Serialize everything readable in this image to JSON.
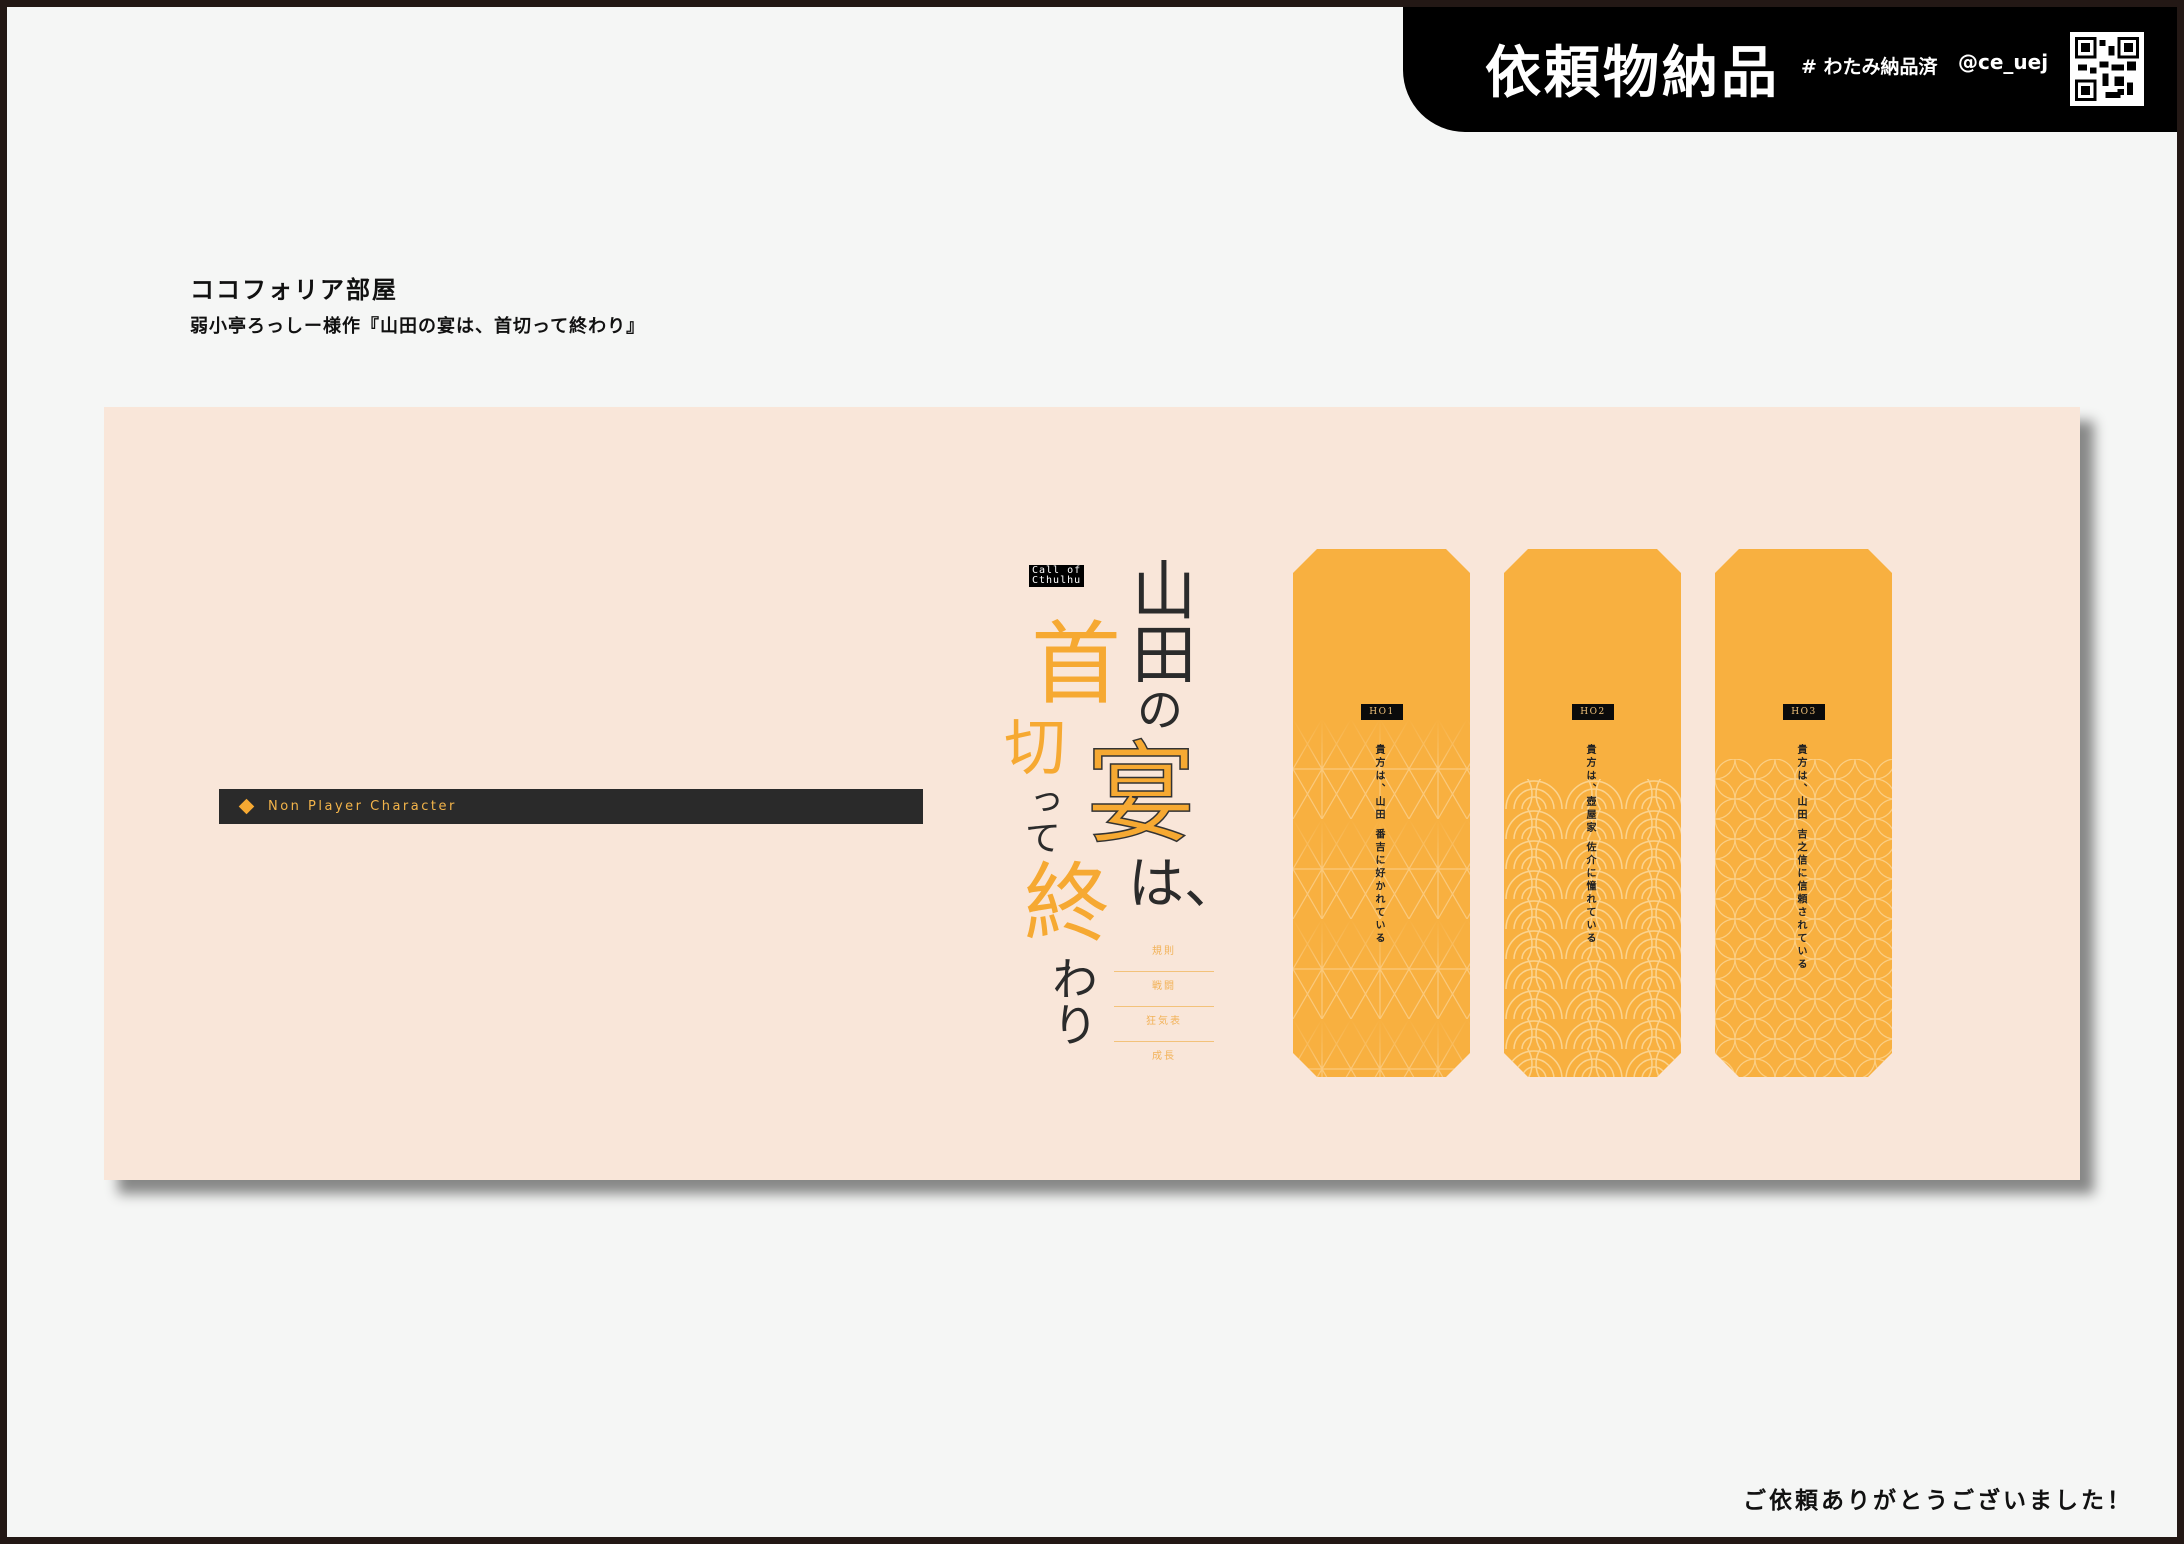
{
  "header": {
    "title": "依頼物納品",
    "tag": "# わたみ納品済",
    "user": "@ce_uej",
    "qr_icon": "qr-code-icon"
  },
  "info": {
    "room": "ココフォリア部屋",
    "credit": "弱小亭ろっしー様作『山田の宴は、首切って終わり』"
  },
  "panel": {
    "npc_label": "Non Player Character",
    "logo": "Call of Cthulhu",
    "title": {
      "ya": "山田",
      "no": "の",
      "en": "宴",
      "ha": "は、",
      "kubi": "首",
      "kiri": "切",
      "tte": "って",
      "owa": "終",
      "wari": "わり"
    },
    "menu": [
      "規則",
      "戦闘",
      "狂気表",
      "成長"
    ],
    "cards": [
      {
        "label": "HO1",
        "text": "貴方は、山田 番吉に好かれている"
      },
      {
        "label": "HO2",
        "text": "貴方は、壺屋家 佐介に憧れている"
      },
      {
        "label": "HO3",
        "text": "貴方は、山田 吉之信に信頼されている"
      }
    ]
  },
  "footer": {
    "thanks": "ご依頼ありがとうございました！"
  },
  "colors": {
    "accent": "#f8b040",
    "panel": "#f9e6d9",
    "dark": "#2a2a2a"
  }
}
